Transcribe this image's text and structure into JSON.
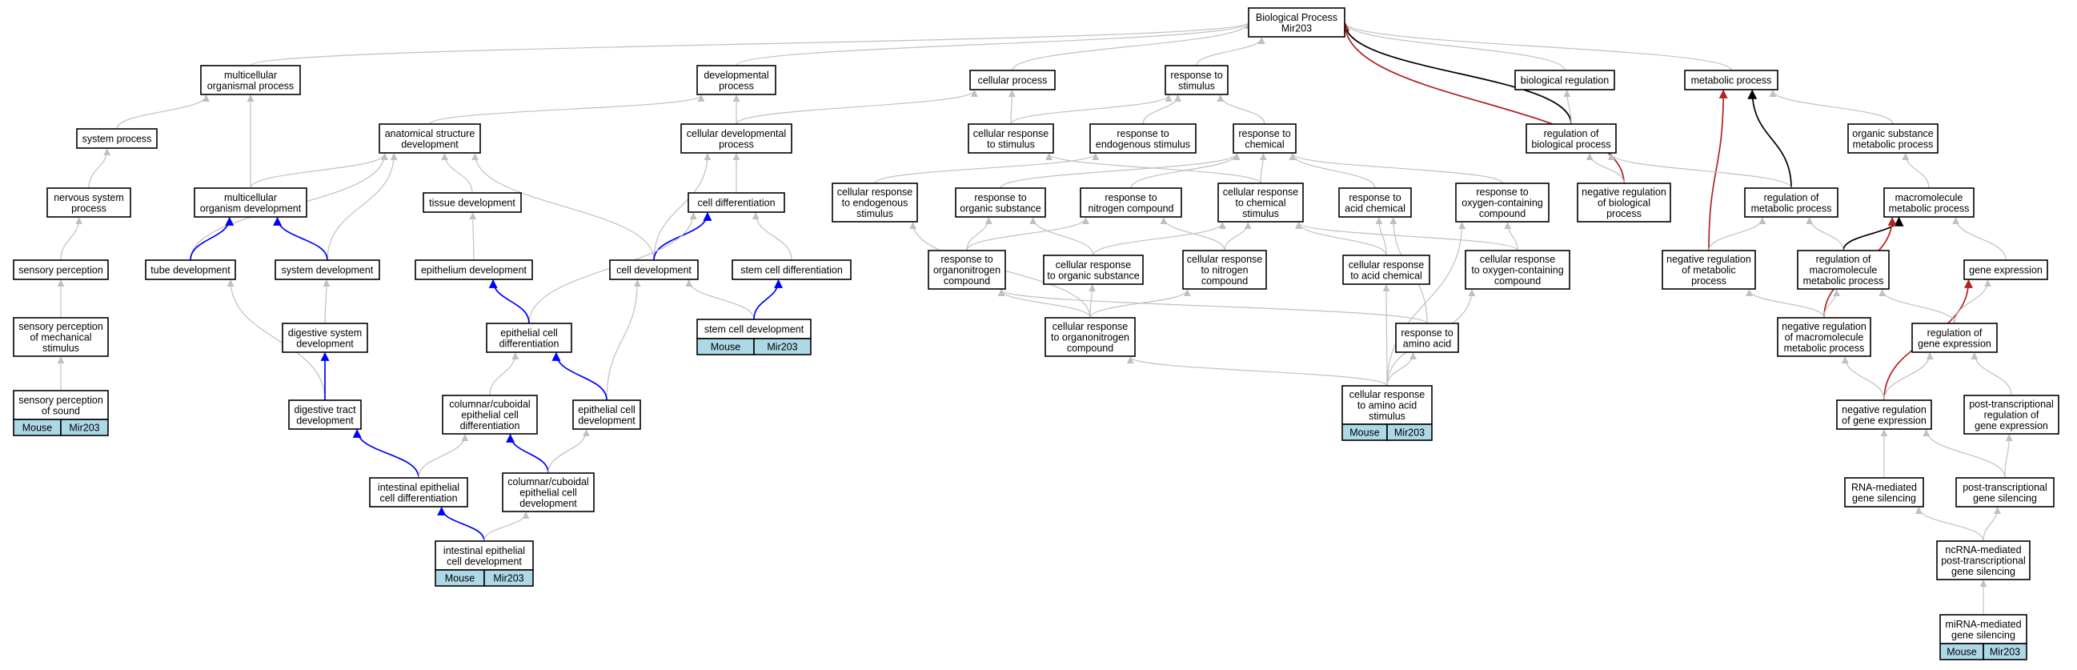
{
  "colors": {
    "gray": "#c0c0c0",
    "blue": "#0000ff",
    "red": "#b22222",
    "black": "#000000",
    "badge": "#add8e6"
  },
  "badge_cells": [
    "Mouse",
    "Mir203"
  ],
  "nodes": [
    {
      "id": "root",
      "lines": [
        "Biological Process",
        "Mir203"
      ]
    },
    {
      "id": "multi_org",
      "lines": [
        "multicellular",
        "organismal process"
      ]
    },
    {
      "id": "dev_proc",
      "lines": [
        "developmental",
        "process"
      ]
    },
    {
      "id": "cell_proc",
      "lines": [
        "cellular process"
      ]
    },
    {
      "id": "resp_stim",
      "lines": [
        "response to",
        "stimulus"
      ]
    },
    {
      "id": "bio_reg",
      "lines": [
        "biological regulation"
      ]
    },
    {
      "id": "met_proc",
      "lines": [
        "metabolic process"
      ]
    },
    {
      "id": "sys_proc",
      "lines": [
        "system process"
      ]
    },
    {
      "id": "anat_dev",
      "lines": [
        "anatomical structure",
        "development"
      ]
    },
    {
      "id": "cell_dev_proc",
      "lines": [
        "cellular developmental",
        "process"
      ]
    },
    {
      "id": "cell_resp_stim",
      "lines": [
        "cellular response",
        "to stimulus"
      ]
    },
    {
      "id": "resp_endo",
      "lines": [
        "response to",
        "endogenous stimulus"
      ]
    },
    {
      "id": "resp_chem",
      "lines": [
        "response to",
        "chemical"
      ]
    },
    {
      "id": "reg_bio",
      "lines": [
        "regulation of",
        "biological process"
      ]
    },
    {
      "id": "org_sub",
      "lines": [
        "organic substance",
        "metabolic process"
      ]
    },
    {
      "id": "nervous",
      "lines": [
        "nervous system",
        "process"
      ]
    },
    {
      "id": "multi_dev",
      "lines": [
        "multicellular",
        "organism development"
      ]
    },
    {
      "id": "tissue_dev",
      "lines": [
        "tissue development"
      ]
    },
    {
      "id": "cell_diff",
      "lines": [
        "cell differentiation"
      ]
    },
    {
      "id": "cr_endo",
      "lines": [
        "cellular response",
        "to endogenous",
        "stimulus"
      ]
    },
    {
      "id": "resp_org_sub",
      "lines": [
        "response to",
        "organic substance"
      ]
    },
    {
      "id": "resp_nitro",
      "lines": [
        "response to",
        "nitrogen compound"
      ]
    },
    {
      "id": "cr_chem",
      "lines": [
        "cellular response",
        "to chemical",
        "stimulus"
      ]
    },
    {
      "id": "resp_acid",
      "lines": [
        "response to",
        "acid chemical"
      ]
    },
    {
      "id": "resp_oxy",
      "lines": [
        "response to",
        "oxygen-containing",
        "compound"
      ]
    },
    {
      "id": "neg_reg_bio",
      "lines": [
        "negative regulation",
        "of biological",
        "process"
      ]
    },
    {
      "id": "reg_met",
      "lines": [
        "regulation of",
        "metabolic process"
      ]
    },
    {
      "id": "macro_met",
      "lines": [
        "macromolecule",
        "metabolic process"
      ]
    },
    {
      "id": "sens_perc",
      "lines": [
        "sensory perception"
      ]
    },
    {
      "id": "tube_dev",
      "lines": [
        "tube development"
      ]
    },
    {
      "id": "sys_dev",
      "lines": [
        "system development"
      ]
    },
    {
      "id": "epi_dev",
      "lines": [
        "epithelium development"
      ]
    },
    {
      "id": "cell_devt",
      "lines": [
        "cell development"
      ]
    },
    {
      "id": "stem_diff",
      "lines": [
        "stem cell differentiation"
      ]
    },
    {
      "id": "resp_orgnitro",
      "lines": [
        "response to",
        "organonitrogen",
        "compound"
      ]
    },
    {
      "id": "cr_org_sub",
      "lines": [
        "cellular response",
        "to organic substance"
      ]
    },
    {
      "id": "cr_nitro",
      "lines": [
        "cellular response",
        "to nitrogen",
        "compound"
      ]
    },
    {
      "id": "cr_acid",
      "lines": [
        "cellular response",
        "to acid chemical"
      ]
    },
    {
      "id": "cr_oxy",
      "lines": [
        "cellular response",
        "to oxygen-containing",
        "compound"
      ]
    },
    {
      "id": "neg_reg_met",
      "lines": [
        "negative regulation",
        "of metabolic",
        "process"
      ]
    },
    {
      "id": "reg_macro",
      "lines": [
        "regulation of",
        "macromolecule",
        "metabolic process"
      ]
    },
    {
      "id": "gene_expr",
      "lines": [
        "gene expression"
      ]
    },
    {
      "id": "sens_mech",
      "lines": [
        "sensory perception",
        "of mechanical",
        "stimulus"
      ]
    },
    {
      "id": "dig_sys",
      "lines": [
        "digestive system",
        "development"
      ]
    },
    {
      "id": "epi_diff",
      "lines": [
        "epithelial cell",
        "differentiation"
      ]
    },
    {
      "id": "stem_dev",
      "lines": [
        "stem cell development"
      ],
      "badge": true
    },
    {
      "id": "cr_orgnitro",
      "lines": [
        "cellular response",
        "to organonitrogen",
        "compound"
      ]
    },
    {
      "id": "resp_amino",
      "lines": [
        "response to",
        "amino acid"
      ]
    },
    {
      "id": "neg_reg_macro",
      "lines": [
        "negative regulation",
        "of macromolecule",
        "metabolic process"
      ]
    },
    {
      "id": "reg_gene",
      "lines": [
        "regulation of",
        "gene expression"
      ]
    },
    {
      "id": "sens_sound",
      "lines": [
        "sensory perception",
        "of sound"
      ],
      "badge": true
    },
    {
      "id": "dig_tract",
      "lines": [
        "digestive tract",
        "development"
      ]
    },
    {
      "id": "col_diff",
      "lines": [
        "columnar/cuboidal",
        "epithelial cell",
        "differentiation"
      ]
    },
    {
      "id": "epi_devt",
      "lines": [
        "epithelial cell",
        "development"
      ]
    },
    {
      "id": "cr_amino",
      "lines": [
        "cellular response",
        "to amino acid",
        "stimulus"
      ],
      "badge": true
    },
    {
      "id": "neg_reg_gene",
      "lines": [
        "negative regulation",
        "of gene expression"
      ]
    },
    {
      "id": "post_reg",
      "lines": [
        "post-transcriptional",
        "regulation of",
        "gene expression"
      ]
    },
    {
      "id": "int_diff",
      "lines": [
        "intestinal epithelial",
        "cell differentiation"
      ]
    },
    {
      "id": "col_dev",
      "lines": [
        "columnar/cuboidal",
        "epithelial cell",
        "development"
      ]
    },
    {
      "id": "rna_sil",
      "lines": [
        "RNA-mediated",
        "gene silencing"
      ]
    },
    {
      "id": "post_sil",
      "lines": [
        "post-transcriptional",
        "gene silencing"
      ]
    },
    {
      "id": "int_dev",
      "lines": [
        "intestinal epithelial",
        "cell development"
      ],
      "badge": true
    },
    {
      "id": "ncrna",
      "lines": [
        "ncRNA-mediated",
        "post-transcriptional",
        "gene silencing"
      ]
    },
    {
      "id": "mirna",
      "lines": [
        "miRNA-mediated",
        "gene silencing"
      ],
      "badge": true
    }
  ],
  "edges": [
    {
      "from": "multi_org",
      "to": "root",
      "color": "gray"
    },
    {
      "from": "dev_proc",
      "to": "root",
      "color": "gray"
    },
    {
      "from": "cell_proc",
      "to": "root",
      "color": "gray"
    },
    {
      "from": "resp_stim",
      "to": "root",
      "color": "gray"
    },
    {
      "from": "bio_reg",
      "to": "root",
      "color": "gray"
    },
    {
      "from": "met_proc",
      "to": "root",
      "color": "gray"
    },
    {
      "from": "reg_bio",
      "to": "root",
      "color": "black"
    },
    {
      "from": "neg_reg_bio",
      "to": "root",
      "color": "red"
    },
    {
      "from": "reg_met",
      "to": "met_proc",
      "color": "black"
    },
    {
      "from": "neg_reg_met",
      "to": "met_proc",
      "color": "red"
    },
    {
      "from": "reg_macro",
      "to": "macro_met",
      "color": "black"
    },
    {
      "from": "neg_reg_macro",
      "to": "macro_met",
      "color": "red"
    },
    {
      "from": "neg_reg_gene",
      "to": "gene_expr",
      "color": "red"
    },
    {
      "from": "sys_proc",
      "to": "multi_org",
      "color": "gray"
    },
    {
      "from": "multi_dev",
      "to": "multi_org",
      "color": "gray"
    },
    {
      "from": "anat_dev",
      "to": "dev_proc",
      "color": "gray"
    },
    {
      "from": "cell_dev_proc",
      "to": "dev_proc",
      "color": "gray"
    },
    {
      "from": "cell_dev_proc",
      "to": "cell_proc",
      "color": "gray"
    },
    {
      "from": "cell_resp_stim",
      "to": "cell_proc",
      "color": "gray"
    },
    {
      "from": "cell_resp_stim",
      "to": "resp_stim",
      "color": "gray"
    },
    {
      "from": "resp_endo",
      "to": "resp_stim",
      "color": "gray"
    },
    {
      "from": "resp_chem",
      "to": "resp_stim",
      "color": "gray"
    },
    {
      "from": "reg_bio",
      "to": "bio_reg",
      "color": "gray"
    },
    {
      "from": "org_sub",
      "to": "met_proc",
      "color": "gray"
    },
    {
      "from": "nervous",
      "to": "sys_proc",
      "color": "gray"
    },
    {
      "from": "multi_dev",
      "to": "anat_dev",
      "color": "gray"
    },
    {
      "from": "tissue_dev",
      "to": "anat_dev",
      "color": "gray"
    },
    {
      "from": "tube_dev",
      "to": "anat_dev",
      "color": "gray"
    },
    {
      "from": "sys_dev",
      "to": "anat_dev",
      "color": "gray"
    },
    {
      "from": "cell_devt",
      "to": "anat_dev",
      "color": "gray"
    },
    {
      "from": "cell_diff",
      "to": "cell_dev_proc",
      "color": "gray"
    },
    {
      "from": "cell_devt",
      "to": "cell_dev_proc",
      "color": "gray"
    },
    {
      "from": "cr_endo",
      "to": "resp_endo",
      "color": "gray"
    },
    {
      "from": "cr_chem",
      "to": "cell_resp_stim",
      "color": "gray"
    },
    {
      "from": "resp_org_sub",
      "to": "resp_chem",
      "color": "gray"
    },
    {
      "from": "resp_nitro",
      "to": "resp_chem",
      "color": "gray"
    },
    {
      "from": "cr_chem",
      "to": "resp_chem",
      "color": "gray"
    },
    {
      "from": "resp_acid",
      "to": "resp_chem",
      "color": "gray"
    },
    {
      "from": "resp_oxy",
      "to": "resp_chem",
      "color": "gray"
    },
    {
      "from": "neg_reg_bio",
      "to": "reg_bio",
      "color": "gray"
    },
    {
      "from": "reg_met",
      "to": "reg_bio",
      "color": "gray"
    },
    {
      "from": "macro_met",
      "to": "org_sub",
      "color": "gray"
    },
    {
      "from": "sens_perc",
      "to": "nervous",
      "color": "gray"
    },
    {
      "from": "tube_dev",
      "to": "multi_dev",
      "color": "blue"
    },
    {
      "from": "sys_dev",
      "to": "multi_dev",
      "color": "blue"
    },
    {
      "from": "epi_dev",
      "to": "tissue_dev",
      "color": "gray"
    },
    {
      "from": "cell_devt",
      "to": "cell_diff",
      "color": "blue"
    },
    {
      "from": "stem_diff",
      "to": "cell_diff",
      "color": "gray"
    },
    {
      "from": "epi_diff",
      "to": "cell_diff",
      "color": "gray"
    },
    {
      "from": "cr_orgnitro",
      "to": "cr_endo",
      "color": "gray"
    },
    {
      "from": "resp_orgnitro",
      "to": "resp_org_sub",
      "color": "gray"
    },
    {
      "from": "cr_org_sub",
      "to": "resp_org_sub",
      "color": "gray"
    },
    {
      "from": "resp_orgnitro",
      "to": "resp_nitro",
      "color": "gray"
    },
    {
      "from": "cr_nitro",
      "to": "resp_nitro",
      "color": "gray"
    },
    {
      "from": "cr_org_sub",
      "to": "cr_chem",
      "color": "gray"
    },
    {
      "from": "cr_nitro",
      "to": "cr_chem",
      "color": "gray"
    },
    {
      "from": "cr_acid",
      "to": "cr_chem",
      "color": "gray"
    },
    {
      "from": "cr_oxy",
      "to": "cr_chem",
      "color": "gray"
    },
    {
      "from": "cr_acid",
      "to": "resp_acid",
      "color": "gray"
    },
    {
      "from": "resp_amino",
      "to": "resp_acid",
      "color": "gray"
    },
    {
      "from": "cr_oxy",
      "to": "resp_oxy",
      "color": "gray"
    },
    {
      "from": "cr_amino",
      "to": "resp_oxy",
      "color": "gray"
    },
    {
      "from": "neg_reg_met",
      "to": "reg_met",
      "color": "gray"
    },
    {
      "from": "reg_macro",
      "to": "reg_met",
      "color": "gray"
    },
    {
      "from": "gene_expr",
      "to": "macro_met",
      "color": "gray"
    },
    {
      "from": "sens_mech",
      "to": "sens_perc",
      "color": "gray"
    },
    {
      "from": "dig_tract",
      "to": "tube_dev",
      "color": "gray"
    },
    {
      "from": "dig_sys",
      "to": "sys_dev",
      "color": "gray"
    },
    {
      "from": "epi_diff",
      "to": "epi_dev",
      "color": "blue"
    },
    {
      "from": "epi_devt",
      "to": "cell_devt",
      "color": "gray"
    },
    {
      "from": "stem_dev",
      "to": "cell_devt",
      "color": "gray"
    },
    {
      "from": "stem_dev",
      "to": "stem_diff",
      "color": "blue"
    },
    {
      "from": "cr_orgnitro",
      "to": "resp_orgnitro",
      "color": "gray"
    },
    {
      "from": "resp_amino",
      "to": "resp_orgnitro",
      "color": "gray"
    },
    {
      "from": "cr_orgnitro",
      "to": "cr_org_sub",
      "color": "gray"
    },
    {
      "from": "cr_orgnitro",
      "to": "cr_nitro",
      "color": "gray"
    },
    {
      "from": "cr_amino",
      "to": "cr_acid",
      "color": "gray"
    },
    {
      "from": "cr_amino",
      "to": "cr_oxy",
      "color": "gray"
    },
    {
      "from": "neg_reg_macro",
      "to": "neg_reg_met",
      "color": "gray"
    },
    {
      "from": "neg_reg_macro",
      "to": "reg_macro",
      "color": "gray"
    },
    {
      "from": "reg_gene",
      "to": "reg_macro",
      "color": "gray"
    },
    {
      "from": "reg_gene",
      "to": "gene_expr",
      "color": "gray"
    },
    {
      "from": "sens_sound",
      "to": "sens_mech",
      "color": "gray"
    },
    {
      "from": "dig_tract",
      "to": "dig_sys",
      "color": "blue"
    },
    {
      "from": "col_diff",
      "to": "epi_diff",
      "color": "gray"
    },
    {
      "from": "epi_devt",
      "to": "epi_diff",
      "color": "blue"
    },
    {
      "from": "cr_amino",
      "to": "cr_orgnitro",
      "color": "gray"
    },
    {
      "from": "cr_amino",
      "to": "resp_amino",
      "color": "gray"
    },
    {
      "from": "neg_reg_gene",
      "to": "neg_reg_macro",
      "color": "gray"
    },
    {
      "from": "neg_reg_gene",
      "to": "reg_gene",
      "color": "gray"
    },
    {
      "from": "post_reg",
      "to": "reg_gene",
      "color": "gray"
    },
    {
      "from": "int_diff",
      "to": "dig_tract",
      "color": "blue"
    },
    {
      "from": "int_diff",
      "to": "col_diff",
      "color": "gray"
    },
    {
      "from": "col_dev",
      "to": "col_diff",
      "color": "blue"
    },
    {
      "from": "col_dev",
      "to": "epi_devt",
      "color": "gray"
    },
    {
      "from": "rna_sil",
      "to": "neg_reg_gene",
      "color": "gray"
    },
    {
      "from": "post_sil",
      "to": "neg_reg_gene",
      "color": "gray"
    },
    {
      "from": "post_sil",
      "to": "post_reg",
      "color": "gray"
    },
    {
      "from": "int_dev",
      "to": "int_diff",
      "color": "blue"
    },
    {
      "from": "int_dev",
      "to": "col_dev",
      "color": "gray"
    },
    {
      "from": "ncrna",
      "to": "rna_sil",
      "color": "gray"
    },
    {
      "from": "ncrna",
      "to": "post_sil",
      "color": "gray"
    },
    {
      "from": "mirna",
      "to": "ncrna",
      "color": "gray"
    }
  ]
}
